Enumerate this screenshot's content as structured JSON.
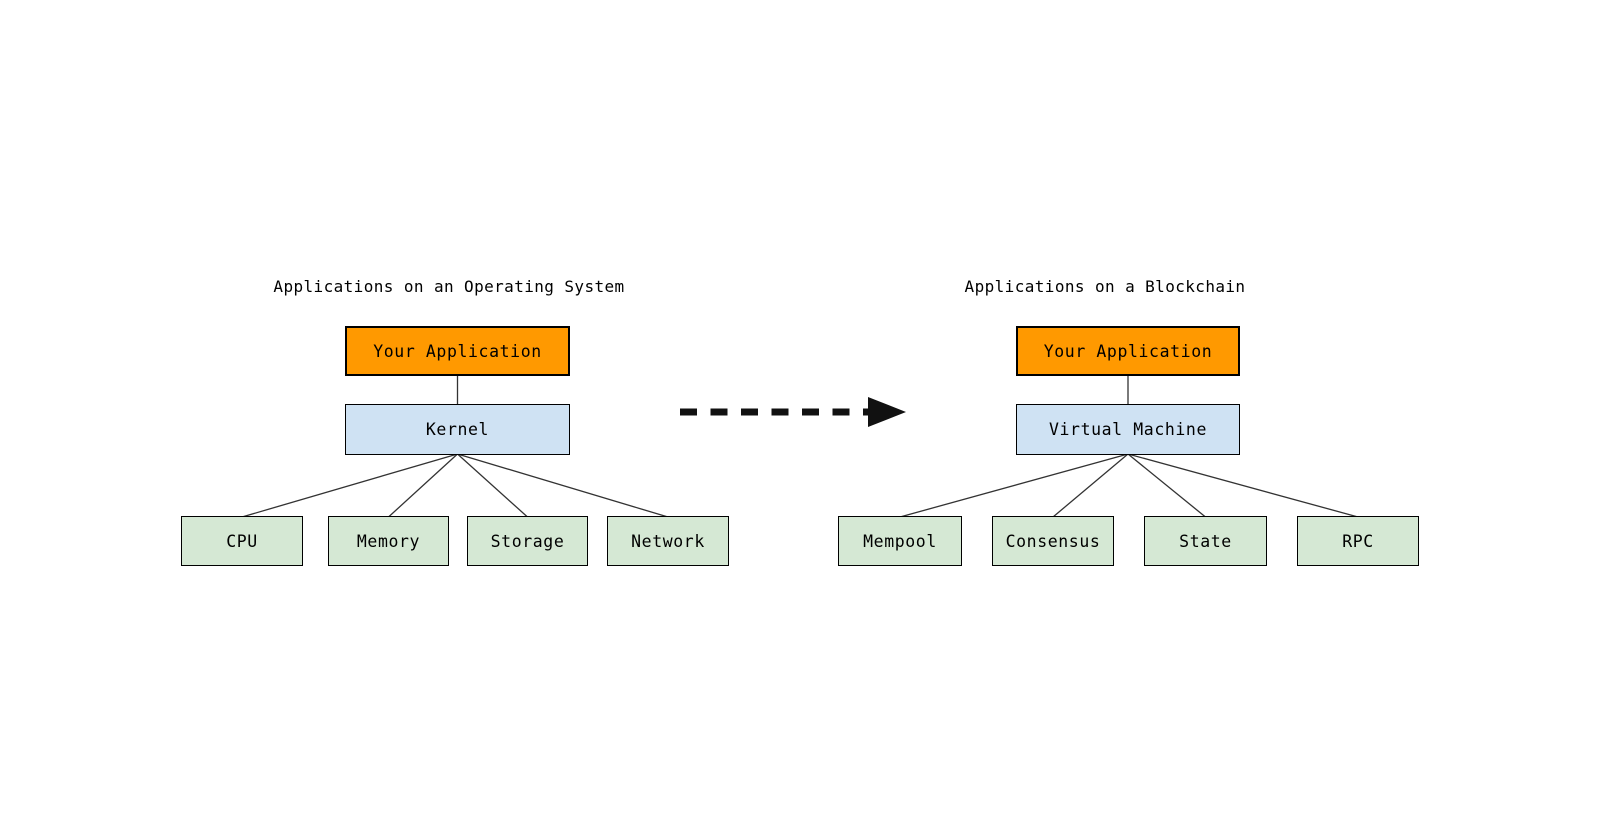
{
  "canvas": {
    "background": "#ffffff"
  },
  "colors": {
    "app_box_fill": "#ff9900",
    "app_box_border": "#000000",
    "mid_box_fill": "#cfe2f3",
    "mid_box_border": "#000000",
    "leaf_box_fill": "#d5e8d4",
    "leaf_box_border": "#000000",
    "line_color": "#333333",
    "arrow_color": "#111111",
    "text_color": "#000000"
  },
  "diagrams": [
    {
      "title": "Applications on an Operating System",
      "top_box": "Your Application",
      "middle_box": "Kernel",
      "leaf_boxes": [
        "CPU",
        "Memory",
        "Storage",
        "Network"
      ]
    },
    {
      "title": "Applications on a Blockchain",
      "top_box": "Your Application",
      "middle_box": "Virtual Machine",
      "leaf_boxes": [
        "Mempool",
        "Consensus",
        "State",
        "RPC"
      ]
    }
  ]
}
